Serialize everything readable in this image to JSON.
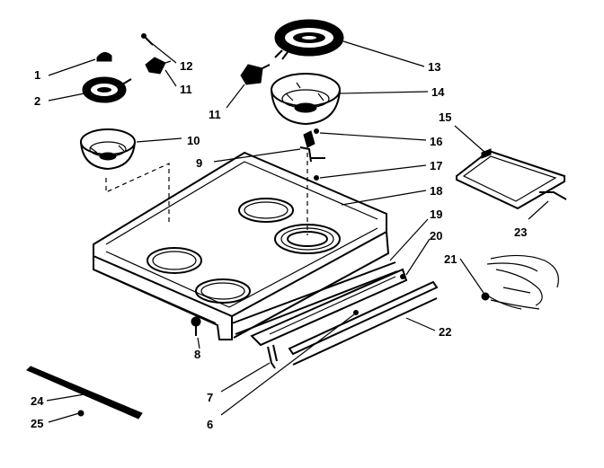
{
  "diagram": {
    "callouts": [
      {
        "id": "1",
        "label": "1"
      },
      {
        "id": "2",
        "label": "2"
      },
      {
        "id": "6",
        "label": "6"
      },
      {
        "id": "7",
        "label": "7"
      },
      {
        "id": "8",
        "label": "8"
      },
      {
        "id": "9",
        "label": "9"
      },
      {
        "id": "10",
        "label": "10"
      },
      {
        "id": "11a",
        "label": "11"
      },
      {
        "id": "11b",
        "label": "11"
      },
      {
        "id": "12",
        "label": "12"
      },
      {
        "id": "13",
        "label": "13"
      },
      {
        "id": "14",
        "label": "14"
      },
      {
        "id": "15",
        "label": "15"
      },
      {
        "id": "16",
        "label": "16"
      },
      {
        "id": "17",
        "label": "17"
      },
      {
        "id": "18",
        "label": "18"
      },
      {
        "id": "19",
        "label": "19"
      },
      {
        "id": "20",
        "label": "20"
      },
      {
        "id": "21",
        "label": "21"
      },
      {
        "id": "22",
        "label": "22"
      },
      {
        "id": "23",
        "label": "23"
      },
      {
        "id": "24",
        "label": "24"
      },
      {
        "id": "25",
        "label": "25"
      }
    ]
  }
}
